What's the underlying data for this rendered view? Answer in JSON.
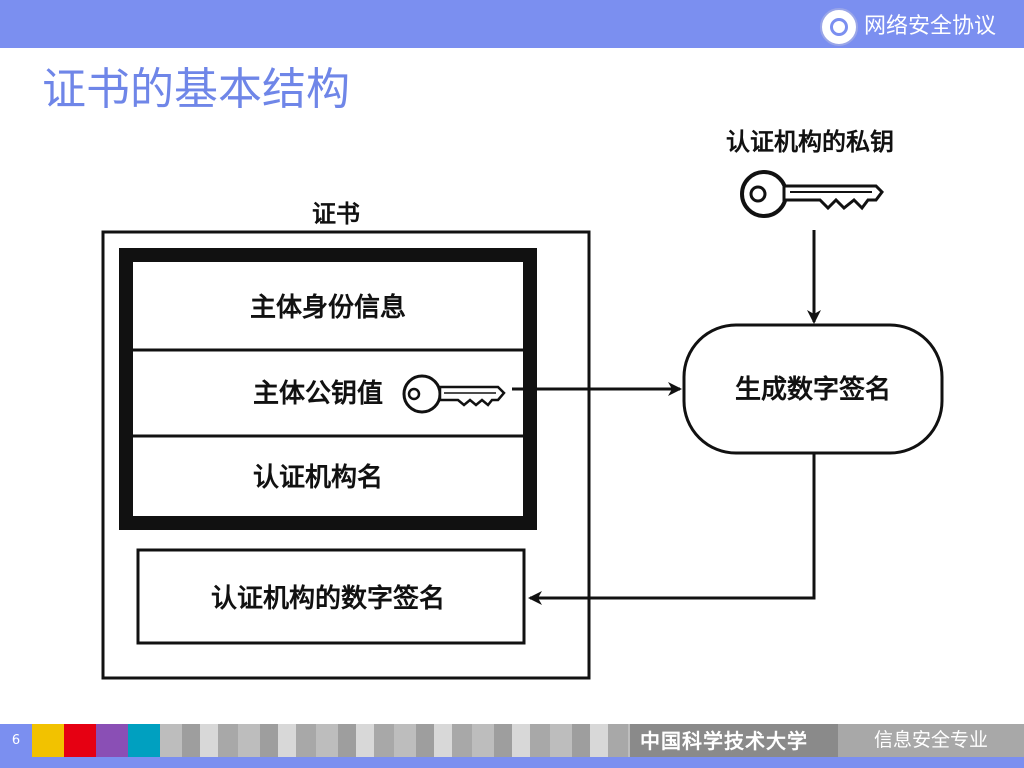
{
  "header": {
    "course": "网络安全协议",
    "logo_icon": "university-seal-icon",
    "bar_color": "#7b8ff0"
  },
  "title": "证书的基本结构",
  "title_color": "#6f86e8",
  "diagram": {
    "certificate_label": "证书",
    "fields": [
      "主体身份信息",
      "主体公钥值",
      "认证机构名"
    ],
    "ca_signature_label": "认证机构的数字签名",
    "ca_private_key_label": "认证机构的私钥",
    "process_label": "生成数字签名",
    "icons": [
      "key-icon",
      "key-icon"
    ]
  },
  "footer": {
    "page": "6",
    "school": "中国科学技术大学",
    "dept": "信息安全专业",
    "swatches": [
      "#f2c200",
      "#e60012",
      "#8a4fb5",
      "#00a0c0"
    ]
  }
}
